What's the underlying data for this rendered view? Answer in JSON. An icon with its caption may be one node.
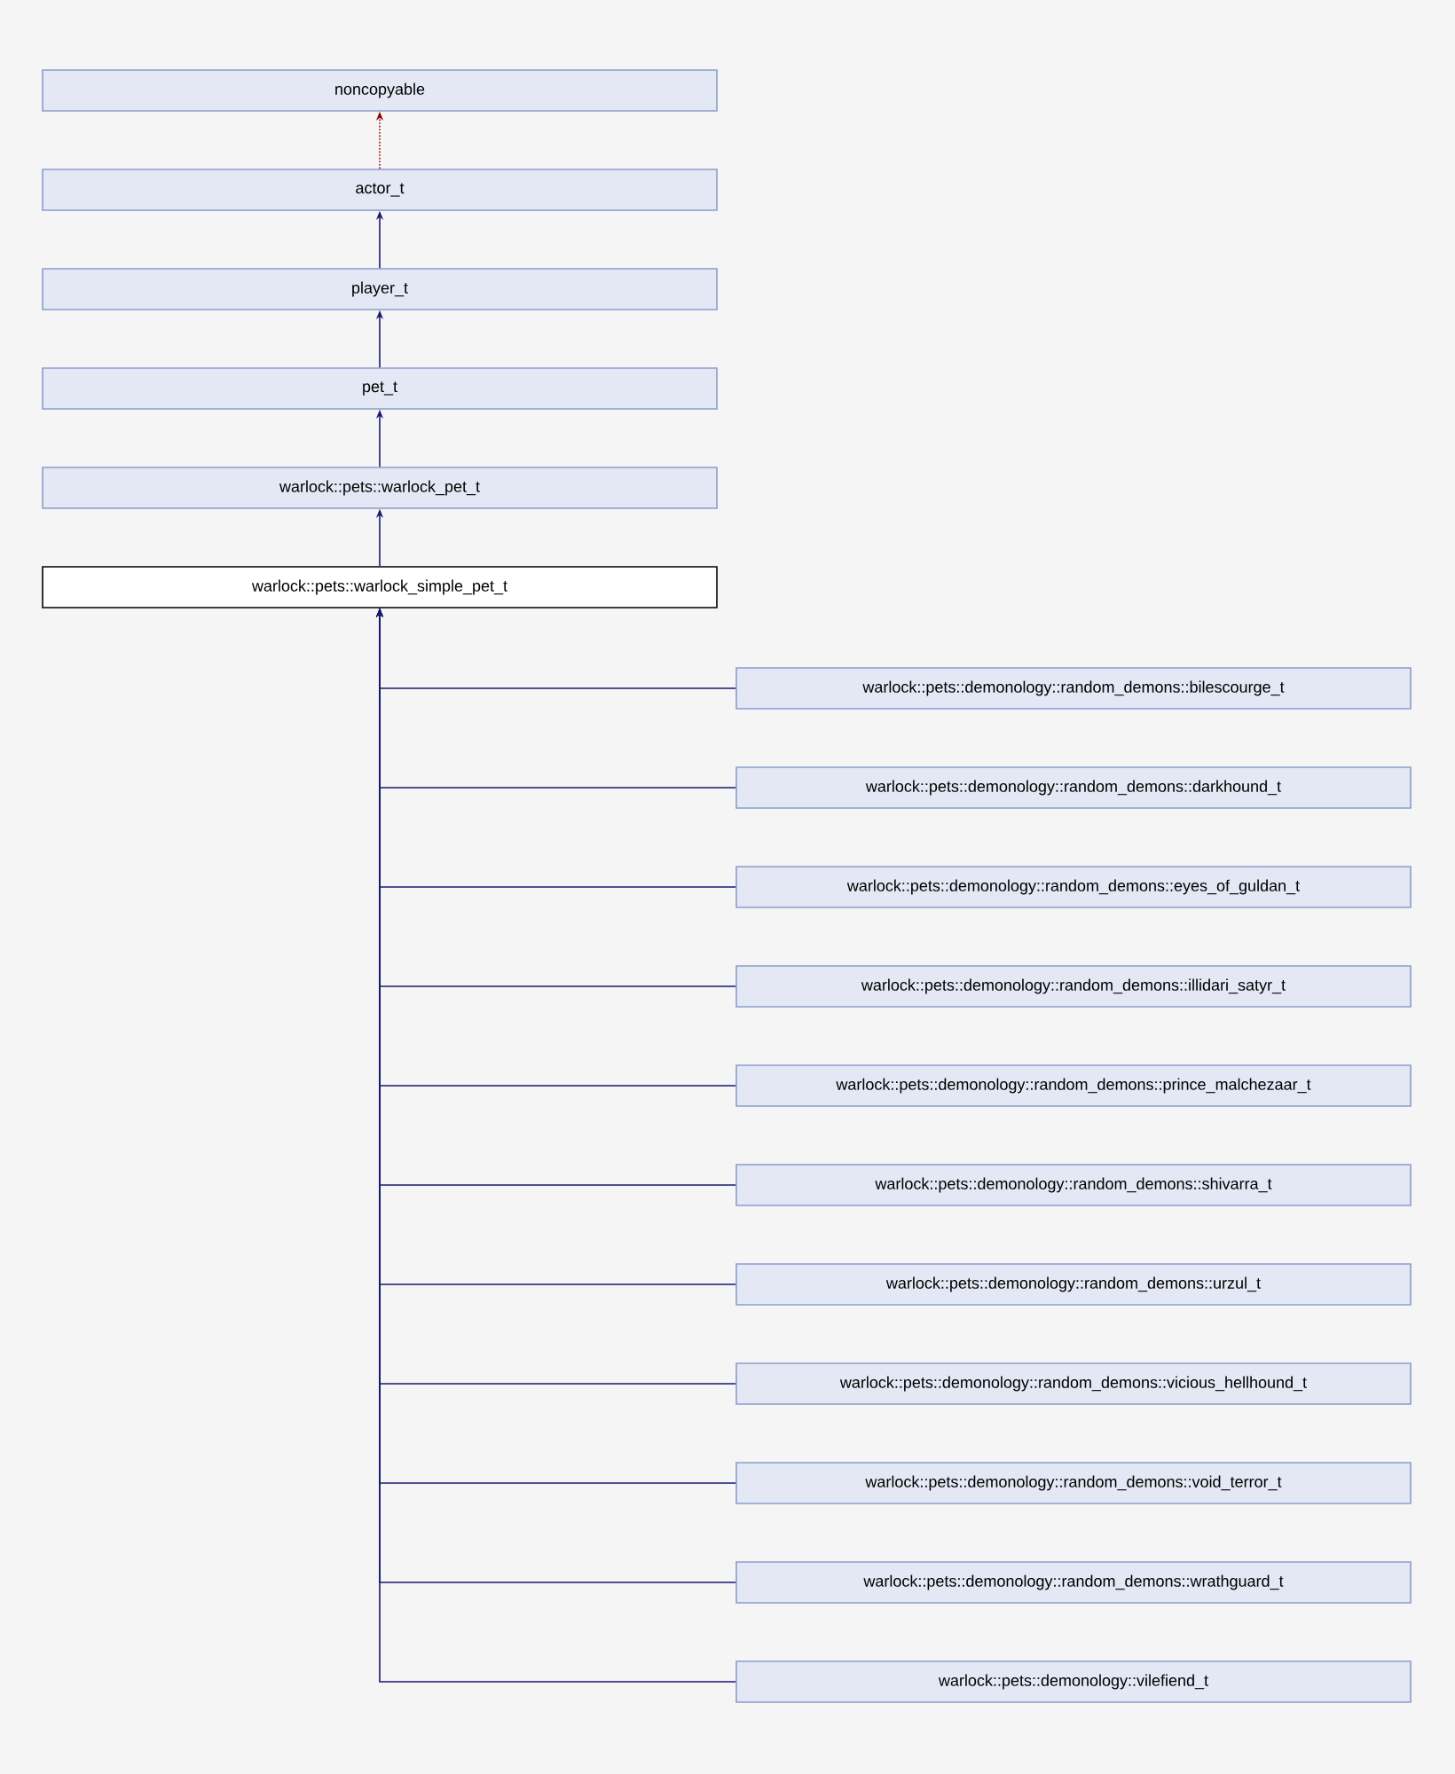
{
  "diagram": {
    "nodes": [
      {
        "text": [
          "noncopyable"
        ]
      },
      {
        "text": [
          "actor_t"
        ]
      },
      {
        "text": [
          "player_t"
        ]
      },
      {
        "text": [
          "pet_t"
        ]
      },
      {
        "text": [
          "warlock::pets::warlock_pet_t"
        ]
      },
      {
        "text": [
          "warlock::pets::warlock_simple_pet_t"
        ]
      },
      {
        "text": [
          "warlock::pets::demonology::random_demons::bilescourge_t"
        ]
      },
      {
        "text": [
          "warlock::pets::demonology::random_demons::darkhound_t"
        ]
      },
      {
        "text": [
          "warlock::pets::demonology::random_demons::eyes_of_guldan_t"
        ]
      },
      {
        "text": [
          "warlock::pets::demonology::random_demons::illidari_satyr_t"
        ]
      },
      {
        "text": [
          "warlock::pets::demonology::random_demons::prince_malchezaar_t"
        ]
      },
      {
        "text": [
          "warlock::pets::demonology::random_demons::shivarra_t"
        ]
      },
      {
        "text": [
          "warlock::pets::demonology::random_demons::urzul_t"
        ]
      },
      {
        "text": [
          "warlock::pets::demonology::random_demons::vicious_hellhound_t"
        ]
      },
      {
        "text": [
          "warlock::pets::demonology::random_demons::void_terror_t"
        ]
      },
      {
        "text": [
          "warlock::pets::demonology::random_demons::wrathguard_t"
        ]
      },
      {
        "text": [
          "warlock::pets::demonology::vilefiend_t"
        ]
      }
    ],
    "edges": [
      {
        "from": 1,
        "to": 0,
        "arrow": "to",
        "style": "dashed",
        "color": "#8b0000"
      },
      {
        "from": 2,
        "to": 1,
        "arrow": "to"
      },
      {
        "from": 3,
        "to": 2,
        "arrow": "to"
      },
      {
        "from": 4,
        "to": 3,
        "arrow": "to"
      },
      {
        "from": 5,
        "to": 4,
        "arrow": "to"
      },
      {
        "from": 6,
        "to": 5,
        "arrow": "to"
      },
      {
        "from": 7,
        "to": 5,
        "arrow": "to"
      },
      {
        "from": 8,
        "to": 5,
        "arrow": "to"
      },
      {
        "from": 9,
        "to": 5,
        "arrow": "to"
      },
      {
        "from": 10,
        "to": 5,
        "arrow": "to"
      },
      {
        "from": 11,
        "to": 5,
        "arrow": "to"
      },
      {
        "from": 12,
        "to": 5,
        "arrow": "to"
      },
      {
        "from": 13,
        "to": 5,
        "arrow": "to"
      },
      {
        "from": 14,
        "to": 5,
        "arrow": "to"
      },
      {
        "from": 15,
        "to": 5,
        "arrow": "to"
      },
      {
        "from": 16,
        "to": 5,
        "arrow": "to"
      }
    ]
  }
}
